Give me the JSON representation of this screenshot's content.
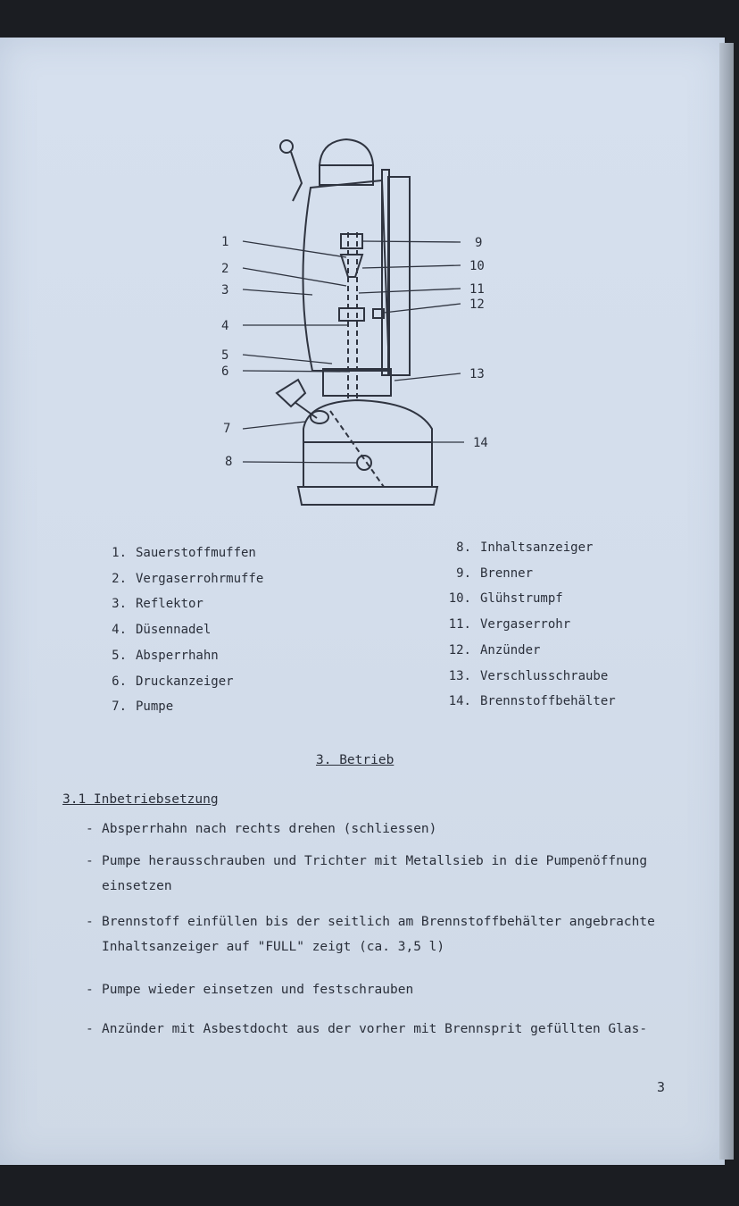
{
  "diagram": {
    "callouts": [
      "1",
      "2",
      "3",
      "4",
      "5",
      "6",
      "7",
      "8",
      "9",
      "10",
      "11",
      "12",
      "13",
      "14"
    ]
  },
  "legend": {
    "left": [
      {
        "num": "1.",
        "label": "Sauerstoffmuffen"
      },
      {
        "num": "2.",
        "label": "Vergaserrohrmuffe"
      },
      {
        "num": "3.",
        "label": "Reflektor"
      },
      {
        "num": "4.",
        "label": "Düsennadel"
      },
      {
        "num": "5.",
        "label": "Absperrhahn"
      },
      {
        "num": "6.",
        "label": "Druckanzeiger"
      },
      {
        "num": "7.",
        "label": "Pumpe"
      }
    ],
    "right": [
      {
        "num": "8.",
        "label": "Inhaltsanzeiger"
      },
      {
        "num": "9.",
        "label": "Brenner"
      },
      {
        "num": "10.",
        "label": "Glühstrumpf"
      },
      {
        "num": "11.",
        "label": "Vergaserrohr"
      },
      {
        "num": "12.",
        "label": "Anzünder"
      },
      {
        "num": "13.",
        "label": "Verschlusschraube"
      },
      {
        "num": "14.",
        "label": "Brennstoffbehälter"
      }
    ]
  },
  "section": {
    "title": "3. Betrieb",
    "subsection": "3.1 Inbetriebsetzung",
    "steps": [
      {
        "line1": "Absperrhahn nach rechts drehen (schliessen)",
        "line2": ""
      },
      {
        "line1": "Pumpe herausschrauben und Trichter mit Metallsieb in die Pumpenöffnung",
        "line2": "einsetzen"
      },
      {
        "line1": "Brennstoff einfüllen bis der seitlich am Brennstoffbehälter angebrachte",
        "line2": "Inhaltsanzeiger auf \"FULL\" zeigt (ca. 3,5 l)"
      },
      {
        "line1": "Pumpe wieder einsetzen und festschrauben",
        "line2": ""
      },
      {
        "line1": "Anzünder mit Asbestdocht aus der vorher mit Brennsprit gefüllten Glas-",
        "line2": ""
      }
    ]
  },
  "page_number": "3"
}
